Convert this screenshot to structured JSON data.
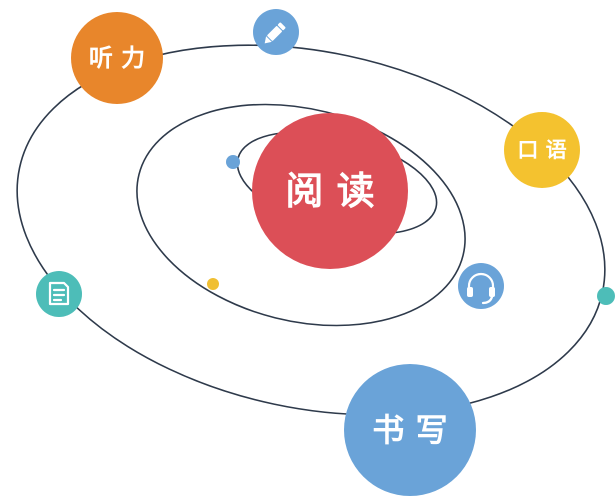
{
  "center": {
    "label": "阅 读",
    "color": "#dc4f57"
  },
  "planets": [
    {
      "id": "listening",
      "label": "听 力",
      "color": "#e8862b"
    },
    {
      "id": "speaking",
      "label": "口 语",
      "color": "#f4c22f"
    },
    {
      "id": "writing",
      "label": "书 写",
      "color": "#6aa3d8"
    }
  ],
  "icons": [
    {
      "id": "pencil",
      "name": "pencil-icon",
      "color": "#6aa3d8"
    },
    {
      "id": "headphones",
      "name": "headphones-icon",
      "color": "#6aa3d8"
    },
    {
      "id": "document",
      "name": "document-icon",
      "color": "#4dbdb8"
    }
  ],
  "dots": [
    {
      "id": "blue",
      "color": "#6aa3d8"
    },
    {
      "id": "yellow",
      "color": "#f0bf32"
    },
    {
      "id": "teal",
      "color": "#4dbdb8"
    }
  ],
  "orbit_color": "#2e3a4b"
}
